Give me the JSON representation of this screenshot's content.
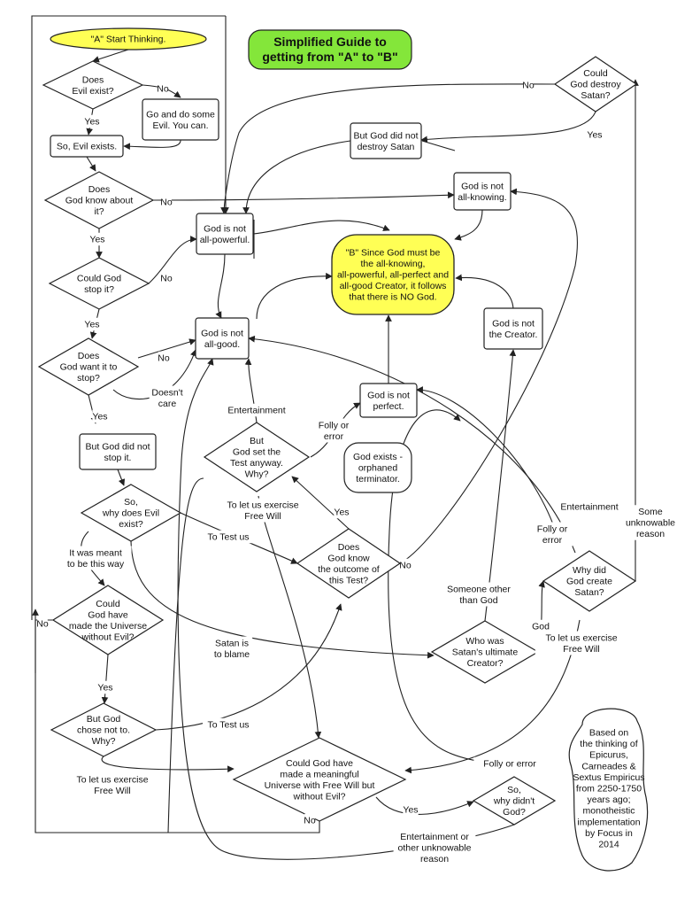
{
  "title": {
    "lines": [
      "Simplified Guide to",
      "getting from \"A\" to \"B\""
    ],
    "color": "#84e63a"
  },
  "colors": {
    "start": "#ffff55",
    "goal": "#ffff55",
    "title": "#84e63a",
    "stroke": "#222222"
  },
  "nodes": {
    "start": {
      "lines": [
        "\"A\"   Start Thinking."
      ]
    },
    "does_evil_exist": {
      "lines": [
        "Does",
        "Evil exist?"
      ]
    },
    "go_do_evil": {
      "lines": [
        "Go and do some",
        "Evil. You can."
      ]
    },
    "evil_exists": {
      "lines": [
        "So, Evil exists."
      ]
    },
    "god_know": {
      "lines": [
        "Does",
        "God know about",
        "it?"
      ]
    },
    "could_stop": {
      "lines": [
        "Could God",
        "stop it?"
      ]
    },
    "want_stop": {
      "lines": [
        "Does",
        "God want it to",
        "stop?"
      ]
    },
    "did_not_stop": {
      "lines": [
        "But God did not",
        "stop it."
      ]
    },
    "why_evil": {
      "lines": [
        "So,",
        "why does Evil",
        "exist?"
      ]
    },
    "could_made": {
      "lines": [
        "Could",
        "God have",
        "made the Universe",
        "without Evil?"
      ]
    },
    "chose_not": {
      "lines": [
        "But God",
        "chose not to.",
        "Why?"
      ]
    },
    "meaningful": {
      "lines": [
        "Could God have",
        "made a meaningful",
        "Universe with Free Will but",
        "without Evil?"
      ]
    },
    "why_didnt": {
      "lines": [
        "So,",
        "why didn't",
        "God?"
      ]
    },
    "not_powerful": {
      "lines": [
        "God is not",
        "all-powerful."
      ]
    },
    "not_good": {
      "lines": [
        "God is not",
        "all-good."
      ]
    },
    "set_test": {
      "lines": [
        "But",
        "God set the",
        "Test anyway.",
        "Why?"
      ]
    },
    "know_outcome": {
      "lines": [
        "Does",
        "God know",
        "the outcome of",
        "this Test?"
      ]
    },
    "orphan": {
      "lines": [
        "God exists -",
        "orphaned",
        "terminator."
      ]
    },
    "not_perfect": {
      "lines": [
        "God is not",
        "perfect."
      ]
    },
    "goal": {
      "lines": [
        "\"B\"  Since God must be",
        "the all-knowing,",
        "all-powerful, all-perfect and",
        "all-good Creator, it follows",
        "that there is NO God."
      ]
    },
    "did_not_destroy": {
      "lines": [
        "But God did not",
        "destroy Satan"
      ]
    },
    "not_knowing": {
      "lines": [
        "God is not",
        "all-knowing."
      ]
    },
    "could_destroy": {
      "lines": [
        "Could",
        "God destroy",
        "Satan?"
      ]
    },
    "not_creator": {
      "lines": [
        "God is not",
        "the Creator."
      ]
    },
    "satan_creator": {
      "lines": [
        "Who was",
        "Satan's ultimate",
        "Creator?"
      ]
    },
    "why_create": {
      "lines": [
        "Why did",
        "God create",
        "Satan?"
      ]
    },
    "credit": {
      "lines": [
        "Based on",
        "the thinking of",
        "Epicurus,",
        "Carneades &",
        "Sextus Empiricus",
        "from 2250-1750",
        "years ago;",
        "monotheistic",
        "implementation",
        "by Focus in",
        "2014"
      ]
    }
  },
  "labels": {
    "no1": {
      "lines": [
        "No"
      ]
    },
    "yes1": {
      "lines": [
        "Yes"
      ]
    },
    "no2": {
      "lines": [
        "No"
      ]
    },
    "yes2": {
      "lines": [
        "Yes"
      ]
    },
    "no3": {
      "lines": [
        "No"
      ]
    },
    "yes3": {
      "lines": [
        "Yes"
      ]
    },
    "no4": {
      "lines": [
        "No"
      ]
    },
    "doesnt_care": {
      "lines": [
        "Doesn't",
        "care"
      ]
    },
    "yes4": {
      "lines": [
        "Yes"
      ]
    },
    "meant": {
      "lines": [
        "It was meant",
        "to be this way"
      ]
    },
    "to_test1": {
      "lines": [
        "To Test us"
      ]
    },
    "satan_blame": {
      "lines": [
        "Satan is",
        "to blame"
      ]
    },
    "yes5": {
      "lines": [
        "Yes"
      ]
    },
    "no_left": {
      "lines": [
        "No"
      ]
    },
    "to_test2": {
      "lines": [
        "To Test us"
      ]
    },
    "free_will1": {
      "lines": [
        "To let us exercise",
        "Free Will"
      ]
    },
    "no_bottom": {
      "lines": [
        "No"
      ]
    },
    "yes6": {
      "lines": [
        "Yes"
      ]
    },
    "ent_other": {
      "lines": [
        "Entertainment or",
        "other unknowable",
        "reason"
      ]
    },
    "folly2": {
      "lines": [
        "Folly or error"
      ]
    },
    "entertainment1": {
      "lines": [
        "Entertainment"
      ]
    },
    "folly1": {
      "lines": [
        "Folly or",
        "error"
      ]
    },
    "free_will2": {
      "lines": [
        "To let us exercise",
        "Free Will"
      ]
    },
    "yes7": {
      "lines": [
        "Yes"
      ]
    },
    "no5": {
      "lines": [
        "No"
      ]
    },
    "no_top": {
      "lines": [
        "No"
      ]
    },
    "yes8": {
      "lines": [
        "Yes"
      ]
    },
    "someone": {
      "lines": [
        "Someone other",
        "than God"
      ]
    },
    "god_lbl": {
      "lines": [
        "God"
      ]
    },
    "entertainment2": {
      "lines": [
        "Entertainment"
      ]
    },
    "folly3": {
      "lines": [
        "Folly or",
        "error"
      ]
    },
    "some_reason": {
      "lines": [
        "Some",
        "unknowable",
        "reason"
      ]
    },
    "free_will3": {
      "lines": [
        "To let us exercise",
        "Free Will"
      ]
    }
  }
}
